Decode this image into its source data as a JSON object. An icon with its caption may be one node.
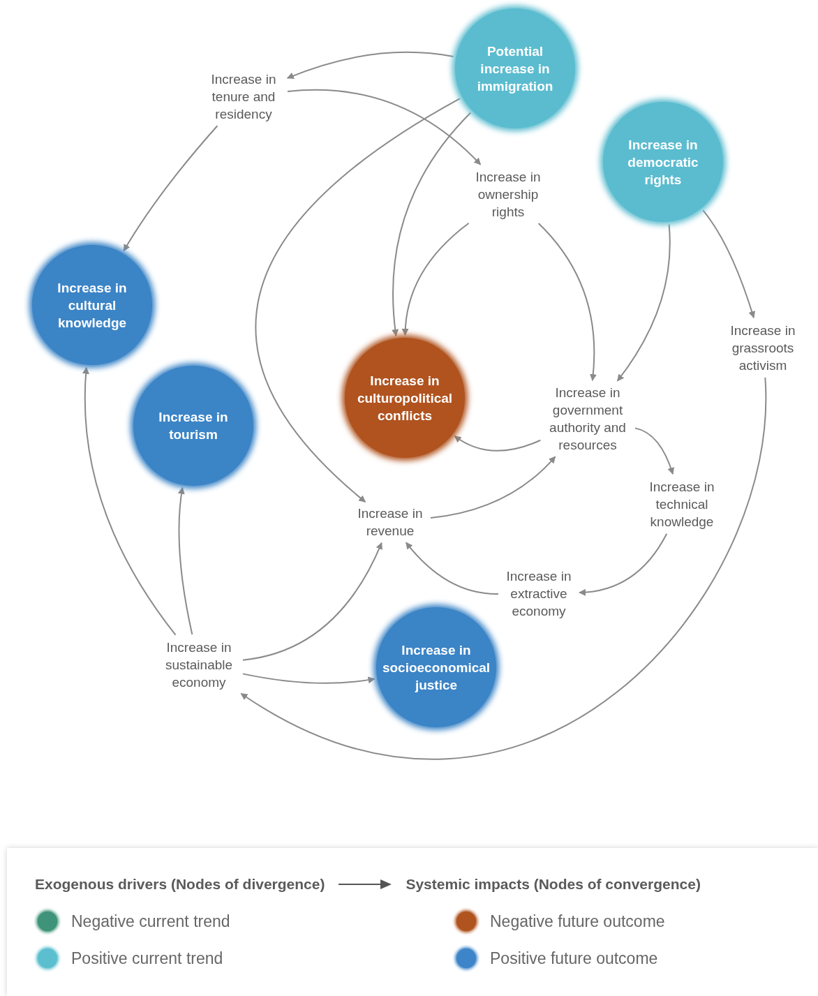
{
  "diagram": {
    "nodes": [
      {
        "text": [
          "Potential increase in immigration"
        ]
      },
      {
        "text": [
          "Increase in democratic rights"
        ]
      },
      {
        "text": [
          "Increase in tenure and residency"
        ]
      },
      {
        "text": [
          "Increase in ownership rights"
        ]
      },
      {
        "text": [
          "Increase in cultural knowledge"
        ]
      },
      {
        "text": [
          "Increase in grassroots activism"
        ]
      },
      {
        "text": [
          "Increase in culturopolitical conflicts"
        ]
      },
      {
        "text": [
          "Increase in tourism"
        ]
      },
      {
        "text": [
          "Increase in government authority and resources"
        ]
      },
      {
        "text": [
          "Increase in technical knowledge"
        ]
      },
      {
        "text": [
          "Increase in revenue"
        ]
      },
      {
        "text": [
          "Increase in extractive economy"
        ]
      },
      {
        "text": [
          "Increase in sustainable economy"
        ]
      },
      {
        "text": [
          "Increase in socioeconomical justice"
        ]
      }
    ],
    "edges": [
      {
        "from": 0,
        "to": 2,
        "arrow": "to"
      },
      {
        "from": 2,
        "to": 3,
        "arrow": "to"
      },
      {
        "from": 0,
        "to": 10,
        "arrow": "to"
      },
      {
        "from": 0,
        "to": 6,
        "arrow": "to"
      },
      {
        "from": 3,
        "to": 6,
        "arrow": "to"
      },
      {
        "from": 3,
        "to": 8,
        "arrow": "to"
      },
      {
        "from": 1,
        "to": 8,
        "arrow": "to"
      },
      {
        "from": 1,
        "to": 5,
        "arrow": "to"
      },
      {
        "from": 2,
        "to": 4,
        "arrow": "to"
      },
      {
        "from": 8,
        "to": 6,
        "arrow": "to"
      },
      {
        "from": 10,
        "to": 8,
        "arrow": "to"
      },
      {
        "from": 8,
        "to": 9,
        "arrow": "to"
      },
      {
        "from": 9,
        "to": 11,
        "arrow": "to"
      },
      {
        "from": 11,
        "to": 10,
        "arrow": "to"
      },
      {
        "from": 12,
        "to": 10,
        "arrow": "to"
      },
      {
        "from": 12,
        "to": 13,
        "arrow": "to"
      },
      {
        "from": 5,
        "to": 12,
        "arrow": "to"
      },
      {
        "from": 12,
        "to": 4,
        "arrow": "to"
      },
      {
        "from": 12,
        "to": 7,
        "arrow": "to"
      }
    ],
    "labels": [
      "Exogenous drivers (Nodes of divergence)",
      "Systemic impacts (Nodes of convergence)"
    ],
    "legend": [
      {
        "text": "Negative current trend",
        "color": "#3e9378"
      },
      {
        "text": "Positive current trend",
        "color": "#5bbfd0"
      },
      {
        "text": "Negative future outcome",
        "color": "#b0541f"
      },
      {
        "text": "Positive future outcome",
        "color": "#3d85c8"
      }
    ]
  }
}
